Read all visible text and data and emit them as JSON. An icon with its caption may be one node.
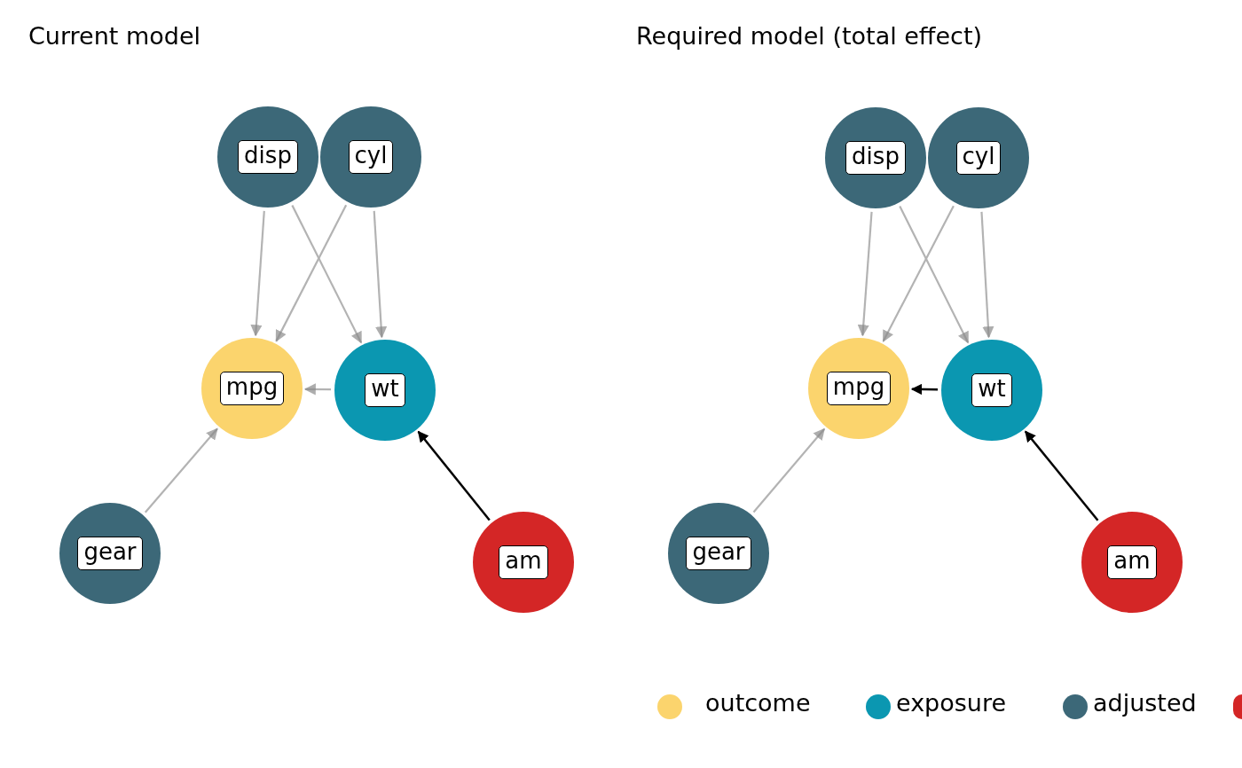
{
  "diagram": {
    "nodes": [
      {
        "text": [
          "disp"
        ]
      },
      {
        "text": [
          "cyl"
        ]
      },
      {
        "text": [
          "mpg"
        ]
      },
      {
        "text": [
          "wt"
        ]
      },
      {
        "text": [
          "gear"
        ]
      },
      {
        "text": [
          "am"
        ]
      },
      {
        "text": [
          "disp"
        ]
      },
      {
        "text": [
          "cyl"
        ]
      },
      {
        "text": [
          "mpg"
        ]
      },
      {
        "text": [
          "wt"
        ]
      },
      {
        "text": [
          "gear"
        ]
      },
      {
        "text": [
          "am"
        ]
      }
    ],
    "edges": [
      {
        "from": 0,
        "to": 2,
        "arrow": "to"
      },
      {
        "from": 0,
        "to": 3,
        "arrow": "to"
      },
      {
        "from": 1,
        "to": 2,
        "arrow": "to"
      },
      {
        "from": 1,
        "to": 3,
        "arrow": "to"
      },
      {
        "from": 3,
        "to": 2,
        "arrow": "to"
      },
      {
        "from": 4,
        "to": 2,
        "arrow": "to"
      },
      {
        "from": 5,
        "to": 3,
        "arrow": "to",
        "color": "#000000"
      },
      {
        "from": 6,
        "to": 8,
        "arrow": "to"
      },
      {
        "from": 6,
        "to": 9,
        "arrow": "to"
      },
      {
        "from": 7,
        "to": 8,
        "arrow": "to"
      },
      {
        "from": 7,
        "to": 9,
        "arrow": "to"
      },
      {
        "from": 9,
        "to": 8,
        "arrow": "to",
        "color": "#000000"
      },
      {
        "from": 10,
        "to": 8,
        "arrow": "to"
      },
      {
        "from": 11,
        "to": 9,
        "arrow": "to",
        "color": "#000000"
      }
    ],
    "labels": [
      "Current model",
      "Required model (total effect)"
    ],
    "legend": [
      {
        "text": "outcome",
        "color": "#fbd46d"
      },
      {
        "text": "exposure",
        "color": "#0b97b1"
      },
      {
        "text": "adjusted",
        "color": "#3c6878"
      }
    ]
  }
}
